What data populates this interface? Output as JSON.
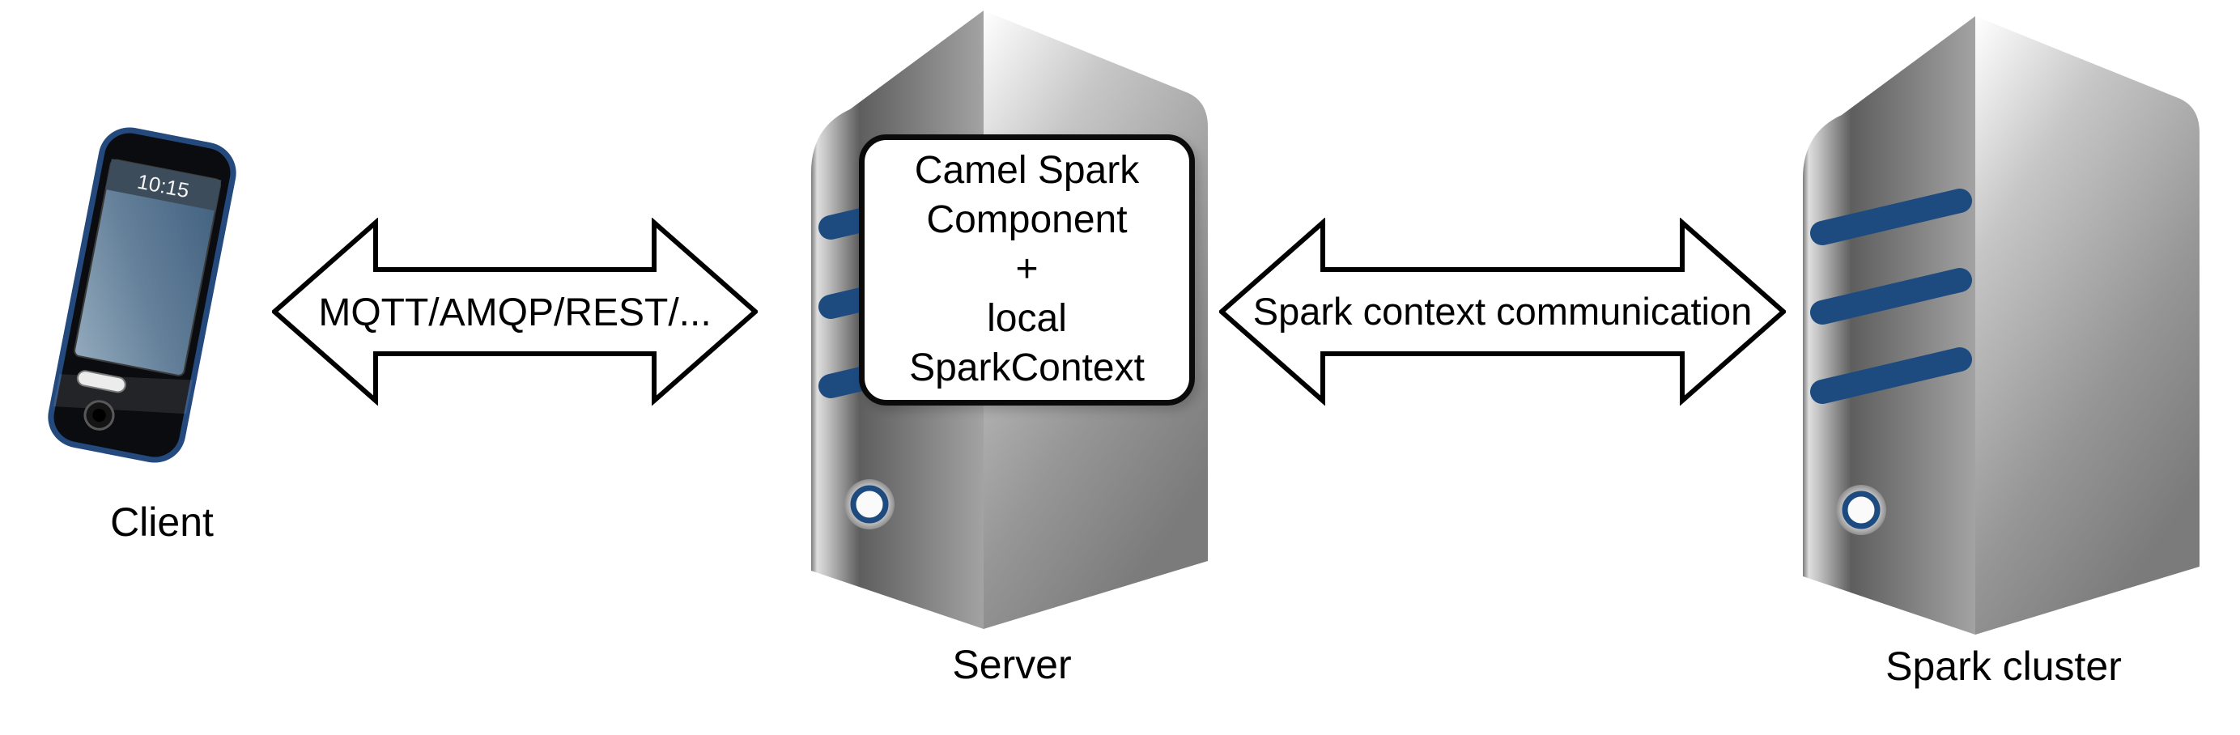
{
  "diagram": {
    "client": {
      "label": "Client",
      "phone_time": "10:15"
    },
    "connections": {
      "left_label": "MQTT/AMQP/REST/...",
      "right_label": "Spark context communication"
    },
    "server": {
      "label": "Server",
      "callout_lines": [
        "Camel Spark",
        "Component",
        "+",
        "local",
        "SparkContext"
      ]
    },
    "cluster": {
      "label": "Spark cluster"
    },
    "colors": {
      "stripe_navy": "#1d4b7f",
      "phone_edge_navy": "#24497c",
      "arrow_fill": "#ffffff",
      "outline": "#000000",
      "background": "#ffffff"
    }
  }
}
